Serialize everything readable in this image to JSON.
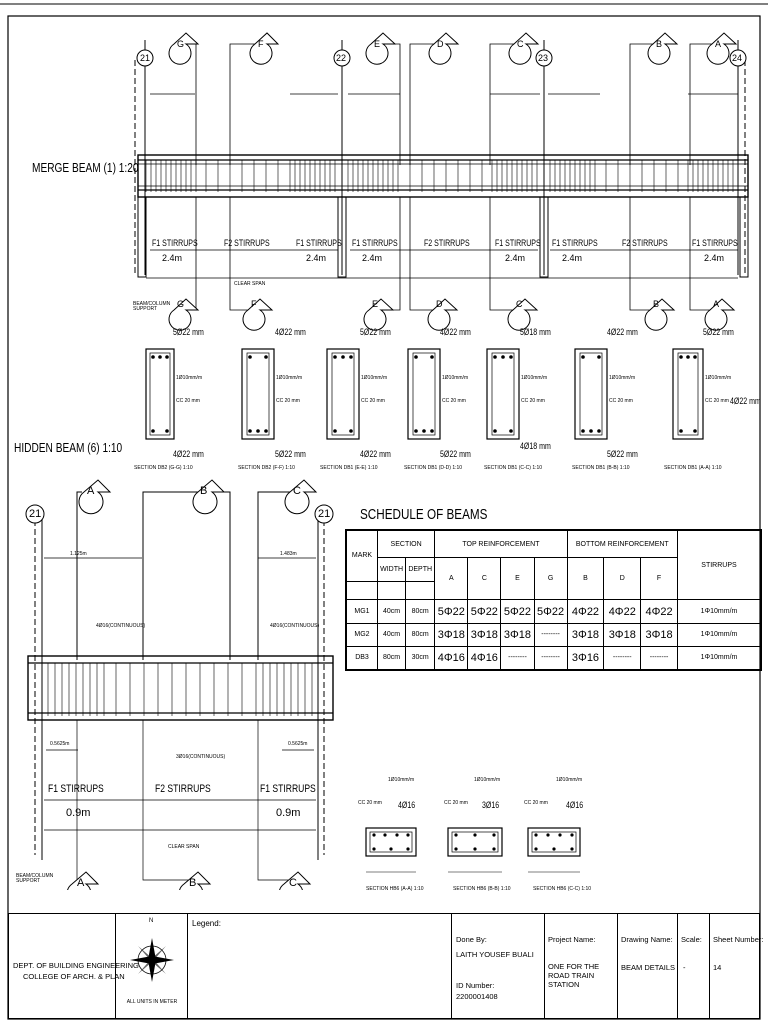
{
  "merge_beam": {
    "title": "MERGE BEAM (1) 1:20",
    "top_axes": [
      "21",
      "G",
      "F",
      "22",
      "E",
      "D",
      "C",
      "23",
      "B",
      "A",
      "24"
    ],
    "bottom_axes": [
      "G",
      "F",
      "E",
      "D",
      "C",
      "B",
      "A"
    ],
    "stirrup_labels": [
      "F1 STIRRUPS",
      "F2 STIRRUPS",
      "F1 STIRRUPS",
      "F1 STIRRUPS",
      "F2 STIRRUPS",
      "F1 STIRRUPS",
      "F1 STIRRUPS",
      "F2 STIRRUPS",
      "F1 STIRRUPS"
    ],
    "zone_lengths": [
      "2.4m",
      "2.4m",
      "2.4m",
      "2.4m",
      "2.4m",
      "2.4m"
    ],
    "support_note": "BEAM/COLUMN SUPPORT",
    "clear_span": "CLEAR SPAN"
  },
  "merge_sections": {
    "top_bars": [
      "5Ø22 mm",
      "4Ø22 mm",
      "5Ø22 mm",
      "4Ø22 mm",
      "5Ø18 mm",
      "4Ø22 mm",
      "5Ø22 mm"
    ],
    "bottom_bars": [
      "4Ø22 mm",
      "5Ø22 mm",
      "4Ø22 mm",
      "5Ø22 mm",
      "4Ø18 mm",
      "5Ø22 mm",
      "4Ø22 mm"
    ],
    "stirrup": "1Ø10mm/m",
    "cover": "CC 20 mm",
    "titles": [
      "SECTION DB2 (G-G) 1:10",
      "SECTION DB2 (F-F) 1:10",
      "SECTION DB1 (E-E) 1:10",
      "SECTION DB1 (D-D) 1:10",
      "SECTION DB1 (C-C) 1:10",
      "SECTION DB1 (B-B) 1:10",
      "SECTION DB1 (A-A) 1:10"
    ]
  },
  "hidden_beam": {
    "title": "HIDDEN BEAM (6) 1:10",
    "top_axes": [
      "21",
      "A",
      "B",
      "C",
      "21"
    ],
    "bottom_axes": [
      "A",
      "B",
      "C"
    ],
    "dims": [
      "1.125m",
      "1.483m"
    ],
    "top_bar_note": "4Ø16(CONTINUOUS)",
    "bottom_bar_note": "3Ø16(CONTINUOUS)",
    "end_dims": [
      "0.5625m",
      "0.5625m"
    ],
    "stirrup_labels": [
      "F1 STIRRUPS",
      "F2 STIRRUPS",
      "F1 STIRRUPS"
    ],
    "zone_lengths": [
      "0.9m",
      "0.9m"
    ],
    "support_note": "BEAM/COLUMN SUPPORT",
    "clear_span": "CLEAR SPAN"
  },
  "hidden_sections": {
    "top_label": "1Ø10mm/m",
    "titles": [
      "SECTION HB6 (A-A) 1:10",
      "SECTION HB6 (B-B) 1:10",
      "SECTION HB6 (C-C) 1:10"
    ],
    "cover": "CC 20 mm",
    "bars_top": [
      "4Ø16",
      "3Ø16",
      "4Ø16"
    ]
  },
  "schedule": {
    "title": "SCHEDULE OF BEAMS",
    "headers": {
      "mark": "MARK",
      "section": "SECTION",
      "width": "WIDTH",
      "depth": "DEPTH",
      "top": "TOP REINFORCEMENT",
      "bottom": "BOTTOM REINFORCEMENT",
      "stirrups": "STIRRUPS",
      "top_cols": [
        "A",
        "C",
        "E",
        "G"
      ],
      "bottom_cols": [
        "B",
        "D",
        "F"
      ]
    },
    "rows": [
      {
        "mark": "MG1",
        "width": "40cm",
        "depth": "80cm",
        "top": [
          "5Φ22",
          "5Φ22",
          "5Φ22",
          "5Φ22"
        ],
        "bottom": [
          "4Φ22",
          "4Φ22",
          "4Φ22"
        ],
        "stirrups": "1Φ10mm/m"
      },
      {
        "mark": "MG2",
        "width": "40cm",
        "depth": "80cm",
        "top": [
          "3Φ18",
          "3Φ18",
          "3Φ18",
          "--------"
        ],
        "bottom": [
          "3Φ18",
          "3Φ18",
          "3Φ18"
        ],
        "stirrups": "1Φ10mm/m"
      },
      {
        "mark": "DB3",
        "width": "80cm",
        "depth": "30cm",
        "top": [
          "4Φ16",
          "4Φ16",
          "--------",
          "--------"
        ],
        "bottom": [
          "3Φ16",
          "--------",
          "--------"
        ],
        "stirrups": "1Φ10mm/m"
      }
    ]
  },
  "title_block": {
    "dept_line1": "DEPT. OF BUILDING ENGINEERING",
    "dept_line2": "COLLEGE OF ARCH. & PLAN",
    "north_note": "ALL UNITS IN METER",
    "north_letter": "N",
    "legend": "Legend:",
    "done_by_label": "Done By:",
    "done_by": "LAITH YOUSEF BUALI",
    "id_label": "ID Number:",
    "id": "2200001408",
    "project_label": "Project Name:",
    "project": "ONE FOR THE ROAD TRAIN STATION",
    "drawing_label": "Drawing Name:",
    "drawing": "BEAM DETAILS",
    "scale_label": "Scale:",
    "scale": "-",
    "sheet_label": "Sheet Number:",
    "sheet": "14"
  }
}
